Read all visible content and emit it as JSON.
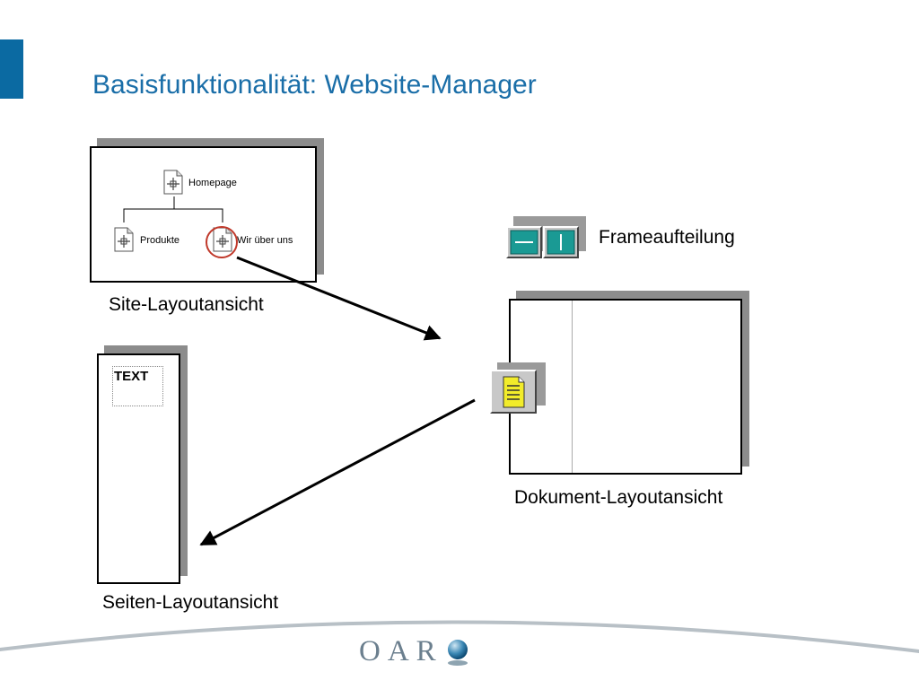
{
  "slide": {
    "title": "Basisfunktionalität: Website-Manager"
  },
  "site_layout": {
    "nodes": {
      "root": "Homepage",
      "child_1": "Produkte",
      "child_2": "Wir über uns"
    },
    "caption": "Site-Layoutansicht"
  },
  "page_layout": {
    "text_box": "TEXT",
    "caption": "Seiten-Layoutansicht"
  },
  "frame_split": {
    "caption": "Frameaufteilung"
  },
  "document_layout": {
    "caption": "Dokument-Layoutansicht"
  },
  "footer": {
    "logo_text": "OAR"
  },
  "colors": {
    "title": "#1a6ea8",
    "accent": "#0b6aa2",
    "highlight_circle": "#c0392b",
    "teal_button": "#1a9a94",
    "document_icon": "#f2ec2a"
  },
  "icons": [
    "page-node-icon",
    "horizontal-split-icon",
    "vertical-split-icon",
    "document-icon",
    "globe-logo-icon"
  ]
}
